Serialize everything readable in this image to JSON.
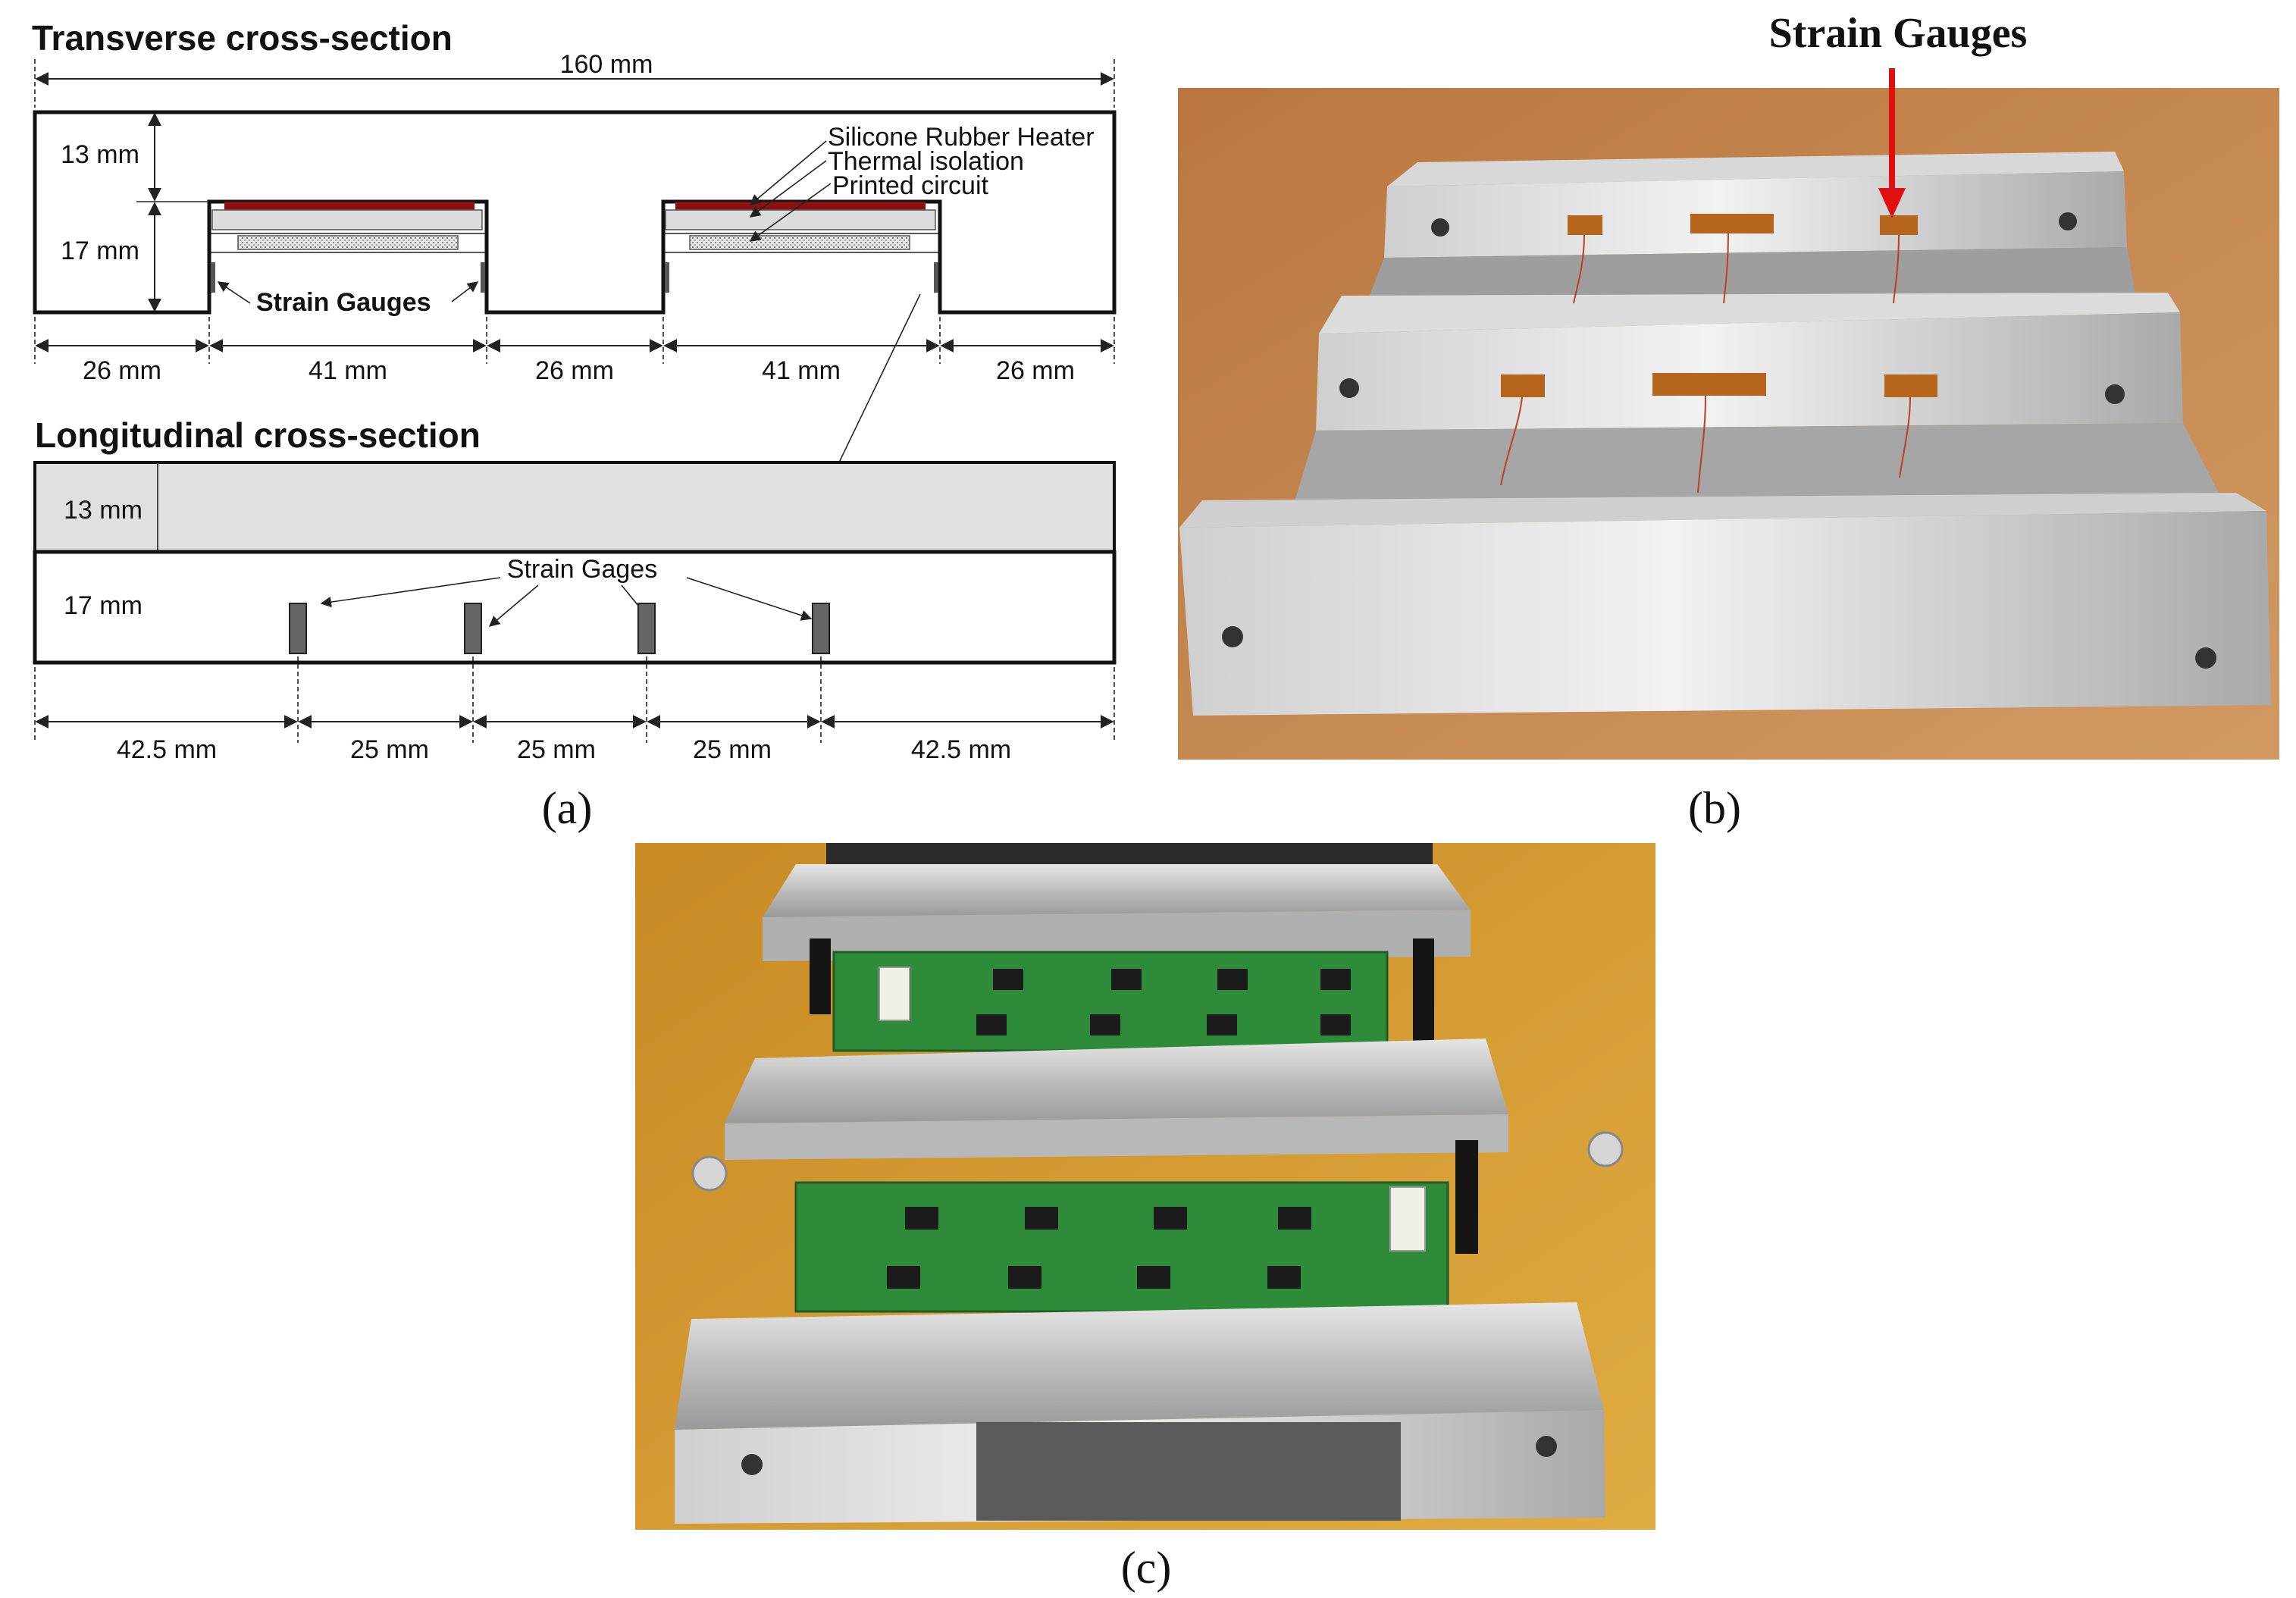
{
  "transverse": {
    "title": "Transverse cross-section",
    "overall_width": "160 mm",
    "height_top": "13 mm",
    "height_bottom": "17 mm",
    "label_heater": "Silicone Rubber Heater",
    "label_isolation": "Thermal isolation",
    "label_circuit": "Printed circuit",
    "label_gauges": "Strain Gauges",
    "widths": [
      "26 mm",
      "41 mm",
      "26 mm",
      "41 mm",
      "26 mm"
    ]
  },
  "longitudinal": {
    "title": "Longitudinal cross-section",
    "height_top": "13 mm",
    "height_bottom": "17 mm",
    "label_gages": "Strain Gages",
    "spacings": [
      "42.5 mm",
      "25 mm",
      "25 mm",
      "25 mm",
      "42.5 mm"
    ]
  },
  "photo_b": {
    "label": "Strain Gauges"
  },
  "captions": {
    "a": "(a)",
    "b": "(b)",
    "c": "(c)"
  },
  "colors": {
    "heater": "#8b1010",
    "pointer_arrow": "#e01010",
    "isolation_fill": "#dcdcdc",
    "pcb_green": "#2e8b3a",
    "aluminum": "#c8c8c8",
    "background_b": "#c8864a",
    "background_c": "#d39a2e"
  }
}
